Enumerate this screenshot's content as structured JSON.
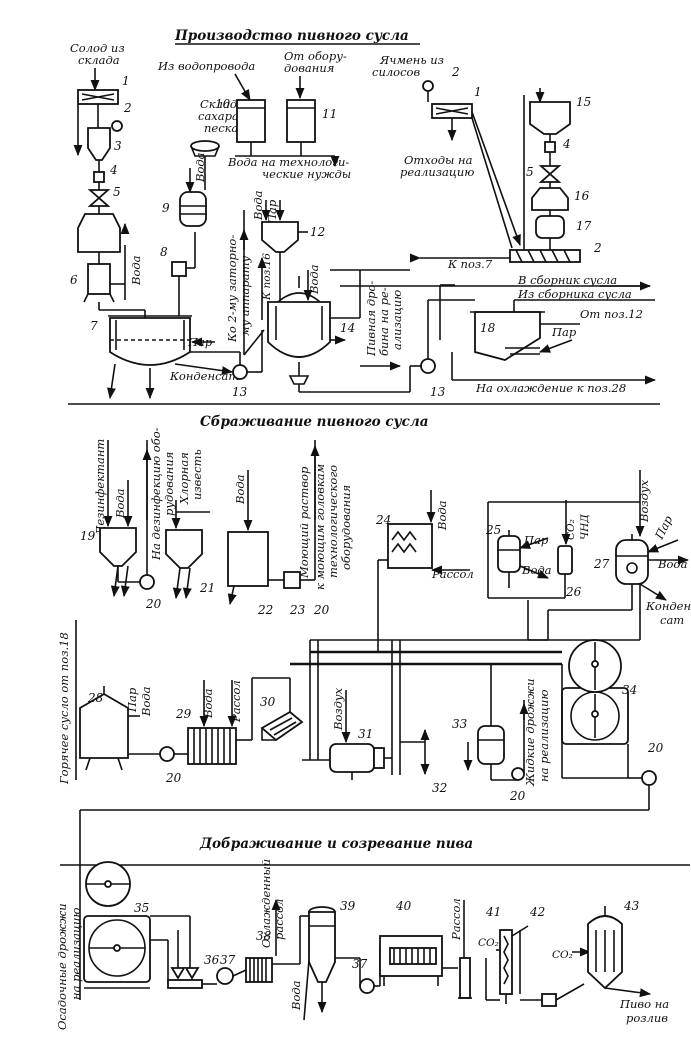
{
  "sections": {
    "wort": "Производство пивного сусла",
    "fermentation": "Сбраживание пивного сусла",
    "maturation": "Дображивание и созревание пива"
  },
  "labels": {
    "malt_a": "Солод из",
    "malt_b": "склада",
    "water_supply": "Из водопровода",
    "from_equip_a": "От обору-",
    "from_equip_b": "дования",
    "barley_a": "Ячмень из",
    "barley_b": "силосов",
    "sugar_a": "Склад",
    "sugar_b": "сахара-",
    "sugar_c": "песка",
    "tech_water_a": "Вода на технологи-",
    "tech_water_b": "ческие нужды",
    "waste_a": "Отходы на",
    "waste_b": "реализацию",
    "water": "Вода",
    "steam": "Пар",
    "condensate": "Конденсат",
    "to_second_a": "Ко 2-му заторно-",
    "to_second_b": "му аппарату",
    "to_pos16": "К поз.16",
    "spent_grain_a": "Пивная дро-",
    "spent_grain_b": "бина на ре-",
    "spent_grain_c": "ализацию",
    "to_pos7": "К поз.7",
    "to_collector": "В сборник сусла",
    "from_collector": "Из сборника сусла",
    "from_pos12": "От поз.12",
    "to_cooling": "На охлаждение к поз.28",
    "disinfectant": "Дезинфектант",
    "to_disinfect_a": "На дезинфекцию обо-",
    "to_disinfect_b": "рудования",
    "bleach_a": "Хлорная",
    "bleach_b": "известь",
    "wash_a": "Моющий раствор",
    "wash_b": "к моющим головкам",
    "wash_c": "технологического",
    "wash_d": "оборудования",
    "brine": "Рассол",
    "co2": "CO₂",
    "chd": "ЧНД",
    "air": "Воздух",
    "conden_a": "Конден",
    "conden_b": "сат",
    "hot_wort": "Горячее сусло от поз.18",
    "liquid_yeast_a": "Жидкие дрожжи",
    "liquid_yeast_b": "на реализацию",
    "sediment_yeast_a": "Осадочные дрожжи",
    "sediment_yeast_b": "на реализацию",
    "cooled_brine_a": "Охлажденный",
    "cooled_brine_b": "рассол",
    "beer_a": "Пиво на",
    "beer_b": "розлив"
  },
  "numbers": {
    "n1a": "1",
    "n2a": "2",
    "n3a": "3",
    "n4a": "4",
    "n5a": "5",
    "n6": "6",
    "n7": "7",
    "n8": "8",
    "n9": "9",
    "n10": "10",
    "n11": "11",
    "n12": "12",
    "n13a": "13",
    "n13b": "13",
    "n14": "14",
    "n1b": "1",
    "n2b": "2",
    "n15": "15",
    "n4b": "4",
    "n5b": "5",
    "n16": "16",
    "n17": "17",
    "n2c": "2",
    "n18": "18",
    "n19": "19",
    "n20a": "20",
    "n21": "21",
    "n22": "22",
    "n23": "23",
    "n20b": "20",
    "n24": "24",
    "n25": "25",
    "n26": "26",
    "n27": "27",
    "n28": "28",
    "n29": "29",
    "n20c": "20",
    "n30": "30",
    "n31": "31",
    "n32": "32",
    "n33": "33",
    "n20d": "20",
    "n34": "34",
    "n20e": "20",
    "n35": "35",
    "n36": "36",
    "n37a": "37",
    "n38": "38",
    "n39": "39",
    "n37b": "37",
    "n40": "40",
    "n41": "41",
    "n42": "42",
    "n43": "43"
  }
}
